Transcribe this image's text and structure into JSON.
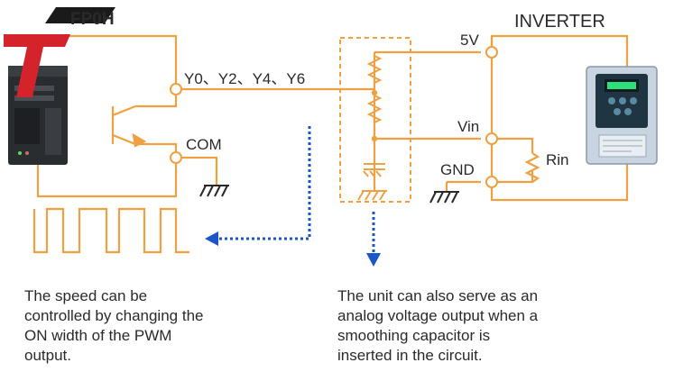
{
  "colors": {
    "wire": "#f0a040",
    "arrow": "#1a56c8",
    "text": "#2a2a2a",
    "logo_red": "#d4232b",
    "logo_black": "#1a1a1a"
  },
  "plc": {
    "model_label": "FP0H"
  },
  "inverter": {
    "title": "INVERTER"
  },
  "labels": {
    "outputs": "Y0、Y2、Y4、Y6",
    "com": "COM",
    "v5": "5V",
    "vin": "Vin",
    "gnd": "GND",
    "rin": "Rin"
  },
  "captions": {
    "left": [
      "The speed can be",
      "controlled by changing the",
      "ON width of the PWM",
      "output."
    ],
    "right": [
      "The unit can also serve as an",
      "analog voltage output when a",
      "smoothing capacitor is",
      "inserted in the circuit."
    ]
  },
  "icons": {
    "logo": "t-logo",
    "plc": "plc-unit-image",
    "inverter": "inverter-device-image",
    "ground": "ground-symbol"
  }
}
